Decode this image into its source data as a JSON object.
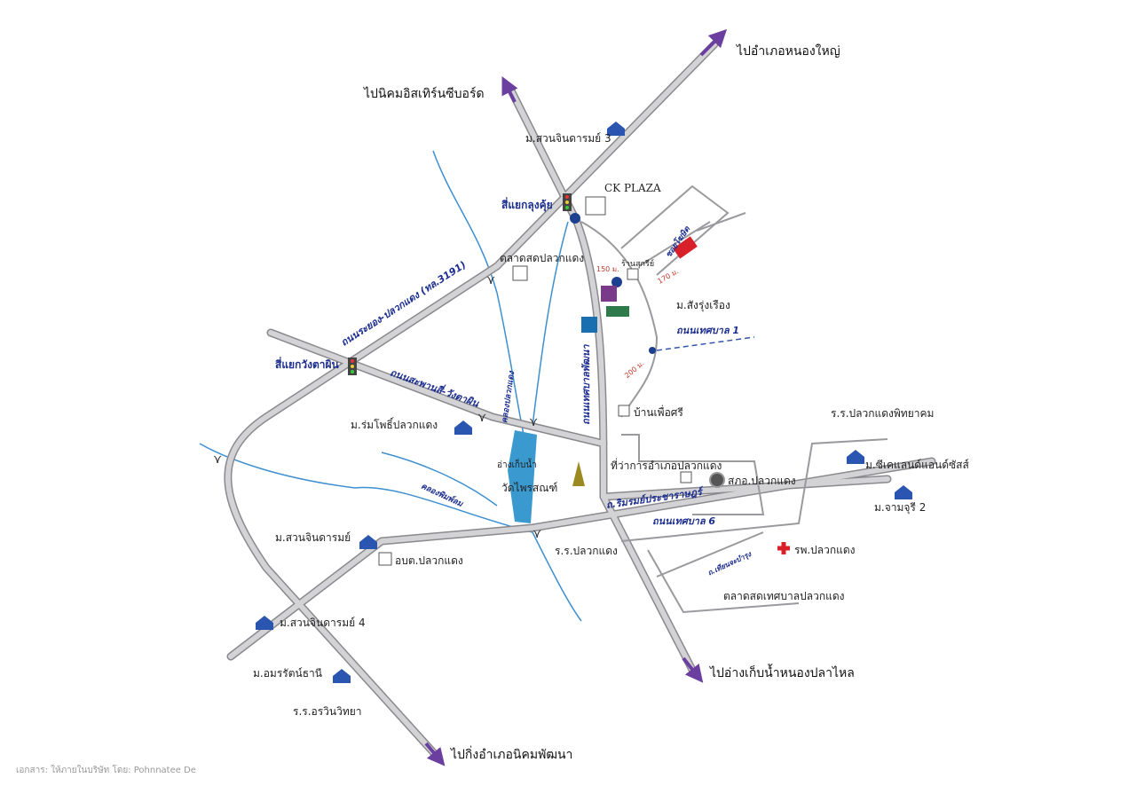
{
  "destinations": {
    "north_east": "ไปอำเภอหนองใหญ่",
    "north": "ไปนิคมอิสเทิร์นซีบอร์ด",
    "south_east": "ไปอ่างเก็บน้ำหนองปลาไหล",
    "south": "ไปกิ่งอำเภอนิคมพัฒนา"
  },
  "places": {
    "suan_3": "ม.สวนจินดารมย์ 3",
    "lung_kui": "สี่แยกลุงคุ้ย",
    "ck_plaza": "CK PLAZA",
    "market": "ตลาดสดปลวกแดง",
    "sang": "ม.สังรุ่งเรือง",
    "wang_ta_phin": "สี่แยกวังตาผิน",
    "ban_phue_si": "บ้านเพื่อศรี",
    "school_pittayakom": "ร.ร.ปลวกแดงพิทยาคม",
    "rom_pho": "ม.ร่มโพธิ์ปลวกแดง",
    "reservoir": "อ่างเก็บน้ำ",
    "district_office": "ที่ว่าการอำเภอปลวกแดง",
    "police": "สภอ.ปลวกแดง",
    "ck_land": "ม.ซีเคแลนด์แอนด์ซัสส์",
    "chamchuri": "ม.จามจุรี 2",
    "temple": "วัดไพรสณฑ์",
    "suan": "ม.สวนจินดารมย์",
    "sao": "อบต.ปลวกแดง",
    "school": "ร.ร.ปลวกแดง",
    "hospital": "รพ.ปลวกแดง",
    "muni_market": "ตลาดสดเทศบาลปลวกแดง",
    "suan_4": "ม.สวนจินดารมย์ 4",
    "amorn": "ม.อมรรัตน์ธานี",
    "orawin": "ร.ร.อรวินวิทยา",
    "small_place": "ร้านสุกรีย์"
  },
  "roads": {
    "highway": "ถนนระยอง-ปลวกแดง (ทล.3191)",
    "saphan": "ถนนสะพานสี่-วังตาผิน",
    "canal": "คลองปลวกแดง",
    "phatthana": "ถนนเทศบาลพัฒนา",
    "muni1": "ถนนเทศบาล 1",
    "rim": "ถ.ริมรมย์ประชาราษฎร์",
    "muni6": "ถนนเทศบาล 6",
    "canal2": "คลองพิมพ์ลม",
    "soi": "ซอยโฆษิต",
    "tian": "ถ.เทียนจะบำรุง"
  },
  "distances": [
    "150 ม.",
    "170 ม.",
    "200 ม."
  ],
  "credit": "เอกสาร: ให้ภายในบริษัท โดย: Pohnnatee De",
  "colors": {
    "road": "#c9c9cb",
    "road_edge": "#8a8a8e",
    "water": "#3d8fd0",
    "lake": "#3a9ad0",
    "arrow": "#6b3fa0",
    "label_blue": "#1d2f8f"
  }
}
